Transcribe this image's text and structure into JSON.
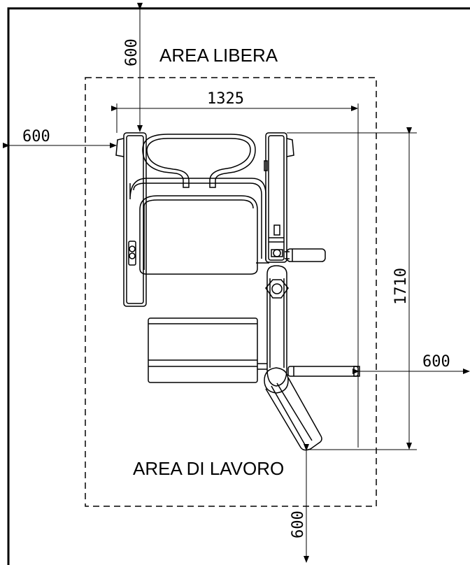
{
  "labels": {
    "free_area": "AREA LIBERA",
    "work_area": "AREA DI LAVORO"
  },
  "dimensions": {
    "width": "1325",
    "depth": "1710",
    "clearance_top": "600",
    "clearance_left": "600",
    "clearance_right": "600",
    "clearance_bottom": "600"
  }
}
